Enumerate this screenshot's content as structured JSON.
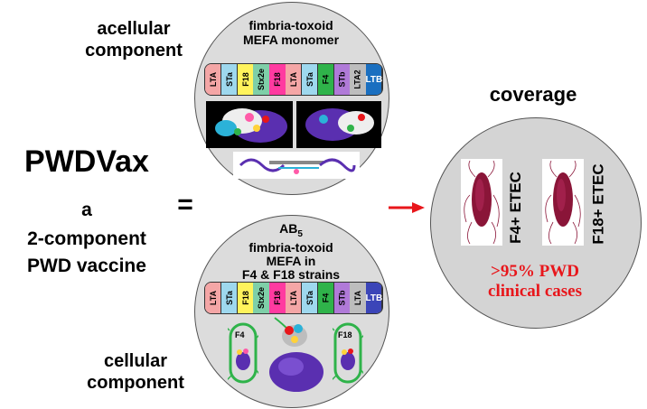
{
  "left": {
    "title": "PWDVax",
    "line1": "a",
    "line2": "2-component",
    "line3": "PWD vaccine",
    "equals": "="
  },
  "top": {
    "label_line1": "acellular",
    "label_line2": "component",
    "circle_line1": "fimbria-toxoid",
    "circle_line2": "MEFA monomer"
  },
  "bottom": {
    "label_line1": "cellular",
    "label_line2": "component",
    "circle_line1": "AB",
    "circle_line1_sub": "5",
    "circle_line2": "fimbria-toxoid",
    "circle_line3": "MEFA in",
    "circle_line4": "F4 & F18 strains",
    "strain_left": "F4",
    "strain_right": "F18"
  },
  "genes_top": [
    {
      "label": "LTA",
      "color": "#f4a6a6"
    },
    {
      "label": "STa",
      "color": "#9ed8ee"
    },
    {
      "label": "F18",
      "color": "#fff35c"
    },
    {
      "label": "Stx2e",
      "color": "#7ecfa8"
    },
    {
      "label": "F18",
      "color": "#ff3aa0"
    },
    {
      "label": "LTA",
      "color": "#f4a6a6"
    },
    {
      "label": "STa",
      "color": "#9ed8ee"
    },
    {
      "label": "F4",
      "color": "#2fb34a"
    },
    {
      "label": "STb",
      "color": "#b07ad8"
    },
    {
      "label": "LTA2",
      "color": "#bdbdbd"
    },
    {
      "label": "LTB",
      "color": "#1a6fc0"
    }
  ],
  "genes_bottom": [
    {
      "label": "LTA",
      "color": "#f4a6a6"
    },
    {
      "label": "STa",
      "color": "#9ed8ee"
    },
    {
      "label": "F18",
      "color": "#fff35c"
    },
    {
      "label": "Stx2e",
      "color": "#7ecfa8"
    },
    {
      "label": "F18",
      "color": "#ff3aa0"
    },
    {
      "label": "LTA",
      "color": "#f4a6a6"
    },
    {
      "label": "STa",
      "color": "#9ed8ee"
    },
    {
      "label": "F4",
      "color": "#2fb34a"
    },
    {
      "label": "STb",
      "color": "#b07ad8"
    },
    {
      "label": "LTA",
      "color": "#bdbdbd"
    },
    {
      "label": "LTB",
      "color": "#3b45b8"
    }
  ],
  "coverage": {
    "title": "coverage",
    "strain1": "F4+ ETEC",
    "strain2": "F18+ ETEC",
    "cases_line1": ">95% PWD",
    "cases_line2": "clinical cases"
  },
  "colors": {
    "circle_fill": "#dcdcdc",
    "arrow": "#e8161b",
    "cases_text": "#e8161b",
    "bacteria": "#8a1538"
  }
}
